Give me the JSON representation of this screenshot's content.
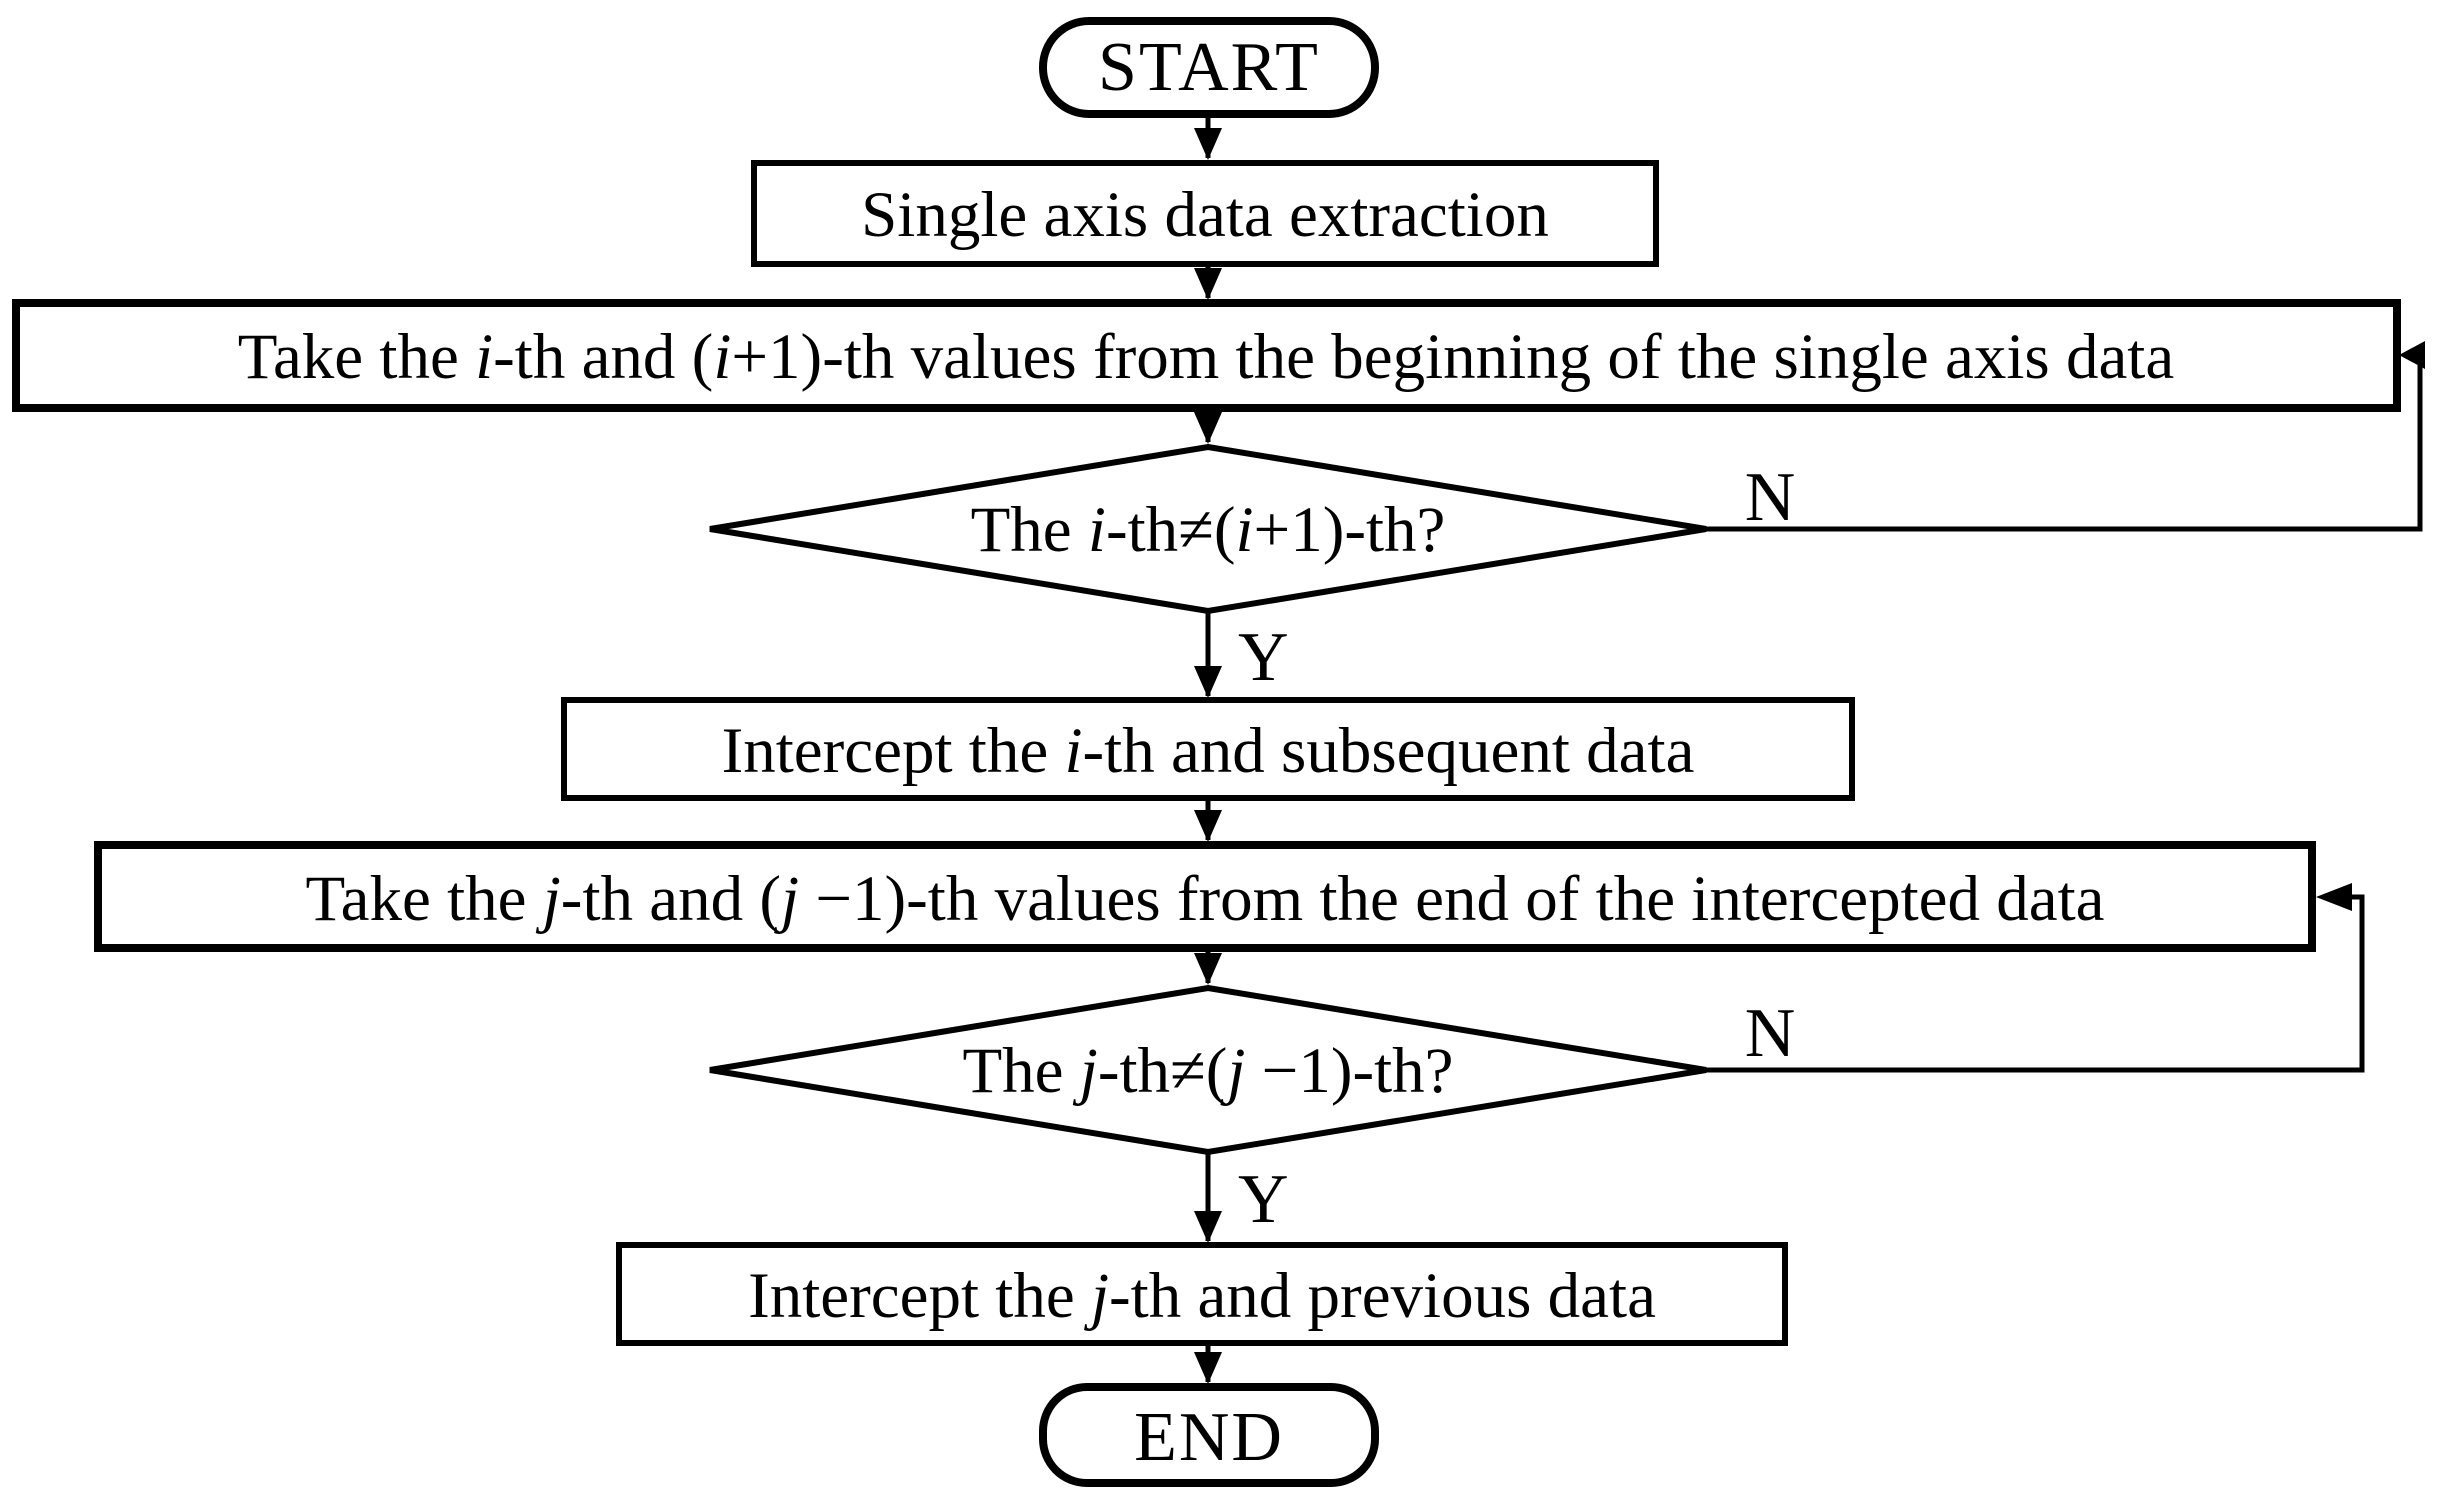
{
  "diagram": {
    "type": "flowchart",
    "background": "#ffffff",
    "stroke_color": "#000000",
    "nodes": {
      "start": {
        "type": "terminator",
        "label": "START"
      },
      "single_axis_extraction": {
        "type": "process",
        "segments": [
          {
            "t": "Single axis data extraction",
            "i": false
          }
        ]
      },
      "take_ith": {
        "type": "process",
        "segments": [
          {
            "t": "Take the ",
            "i": false
          },
          {
            "t": "i",
            "i": true
          },
          {
            "t": "-th and (",
            "i": false
          },
          {
            "t": "i",
            "i": true
          },
          {
            "t": "+1)-th values from the beginning of the single axis data",
            "i": false
          }
        ]
      },
      "check_ith": {
        "type": "decision",
        "segments": [
          {
            "t": "The ",
            "i": false
          },
          {
            "t": "i",
            "i": true
          },
          {
            "t": "-th≠(",
            "i": false
          },
          {
            "t": "i",
            "i": true
          },
          {
            "t": "+1)-th?",
            "i": false
          }
        ]
      },
      "intercept_ith": {
        "type": "process",
        "segments": [
          {
            "t": "Intercept the ",
            "i": false
          },
          {
            "t": "i",
            "i": true
          },
          {
            "t": "-th and subsequent data",
            "i": false
          }
        ]
      },
      "take_jth": {
        "type": "process",
        "segments": [
          {
            "t": "Take the ",
            "i": false
          },
          {
            "t": "j",
            "i": true
          },
          {
            "t": "-th and (",
            "i": false
          },
          {
            "t": "j",
            "i": true
          },
          {
            "t": " −1)-th values from the end of the intercepted data",
            "i": false
          }
        ]
      },
      "check_jth": {
        "type": "decision",
        "segments": [
          {
            "t": "The ",
            "i": false
          },
          {
            "t": "j",
            "i": true
          },
          {
            "t": "-th≠(",
            "i": false
          },
          {
            "t": "j",
            "i": true
          },
          {
            "t": " −1)-th?",
            "i": false
          }
        ]
      },
      "intercept_jth": {
        "type": "process",
        "segments": [
          {
            "t": "Intercept the ",
            "i": false
          },
          {
            "t": "j",
            "i": true
          },
          {
            "t": "-th and previous data",
            "i": false
          }
        ]
      },
      "end": {
        "type": "terminator",
        "label": "END"
      }
    },
    "edge_labels": {
      "yes": "Y",
      "no": "N"
    }
  }
}
